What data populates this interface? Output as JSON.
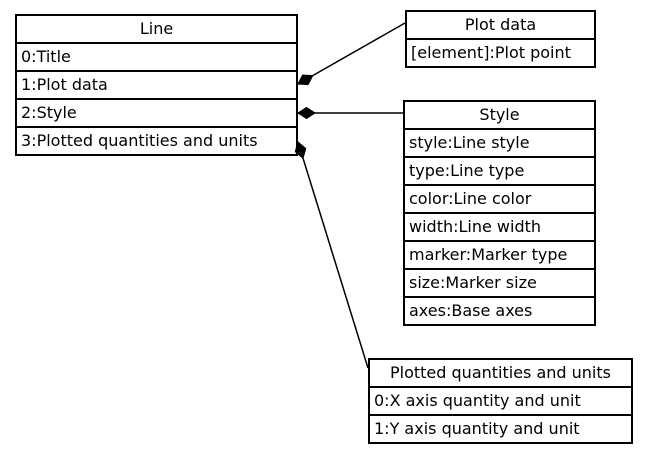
{
  "diagram": {
    "kind": "uml-composition-diagram",
    "colors": {
      "background": "#ffffff",
      "border": "#000000",
      "text": "#000000",
      "diamond": "#000000"
    },
    "boxes": {
      "line": {
        "title": "Line",
        "rows": [
          "0:Title",
          "1:Plot data",
          "2:Style",
          "3:Plotted quantities and units"
        ]
      },
      "plot_data": {
        "title": "Plot data",
        "rows": [
          "[element]:Plot point"
        ]
      },
      "style": {
        "title": "Style",
        "rows": [
          "style:Line style",
          "type:Line type",
          "color:Line color",
          "width:Line width",
          "marker:Marker type",
          "size:Marker size",
          "axes:Base axes"
        ]
      },
      "plotted_quantities": {
        "title": "Plotted quantities and units",
        "rows": [
          "0:X axis quantity and unit",
          "1:Y axis quantity and unit"
        ]
      }
    },
    "connectors": [
      {
        "type": "composition",
        "marker": "filled-diamond",
        "from_row": "1:Plot data",
        "to_box": "Plot data"
      },
      {
        "type": "composition",
        "marker": "filled-diamond",
        "from_row": "2:Style",
        "to_box": "Style"
      },
      {
        "type": "composition",
        "marker": "filled-diamond",
        "from_row": "3:Plotted quantities and units",
        "to_box": "Plotted quantities and units"
      }
    ]
  }
}
